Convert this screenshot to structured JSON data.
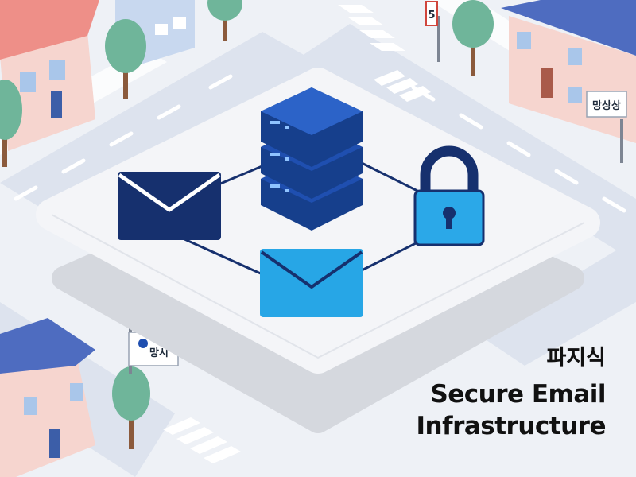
{
  "signs": {
    "top_left_corner": "5",
    "right_building": "망상상",
    "left_post": "망시"
  },
  "caption": {
    "korean": "파지식",
    "line1": "Secure Email",
    "line2": "Infrastructure"
  },
  "icons": {
    "envelope_dark": "envelope-icon",
    "server": "server-stack-icon",
    "lock": "padlock-icon",
    "envelope_light": "envelope-icon"
  },
  "colors": {
    "navy": "#16306e",
    "server_blue": "#1f4fb0",
    "light_blue": "#27a6e6",
    "lock_blue": "#2ba8e8"
  }
}
